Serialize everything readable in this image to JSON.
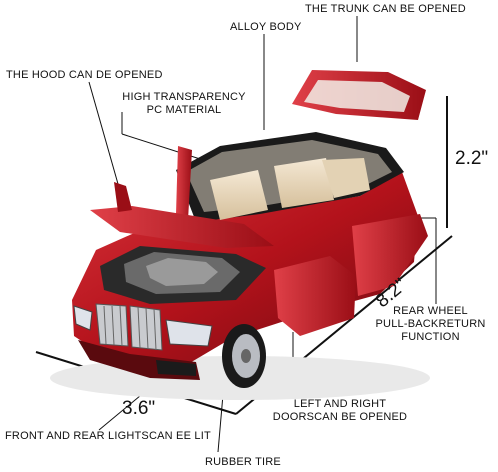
{
  "labels": {
    "trunk": "THE TRUNK CAN BE OPENED",
    "alloy": "ALLOY BODY",
    "hood": "THE HOOD CAN DE OPENED",
    "pc_line1": "HIGH TRANSPARENCY",
    "pc_line2": "PC MATERIAL",
    "rear_line1": "REAR WHEEL",
    "rear_line2": "PULL-BACKRETURN",
    "rear_line3": "FUNCTION",
    "doors_line1": "LEFT AND RIGHT",
    "doors_line2": "DOORSCAN BE OPENED",
    "lights": "FRONT AND REAR LIGHTSCAN EE LIT",
    "tire": "RUBBER TIRE"
  },
  "dimensions": {
    "height": "2.2\"",
    "length": "8.2\"",
    "width": "3.6\""
  },
  "colors": {
    "body_red": "#b3121b",
    "body_dark": "#6e0a10",
    "interior": "#e9d8bd",
    "chrome": "#c9cbcf"
  }
}
